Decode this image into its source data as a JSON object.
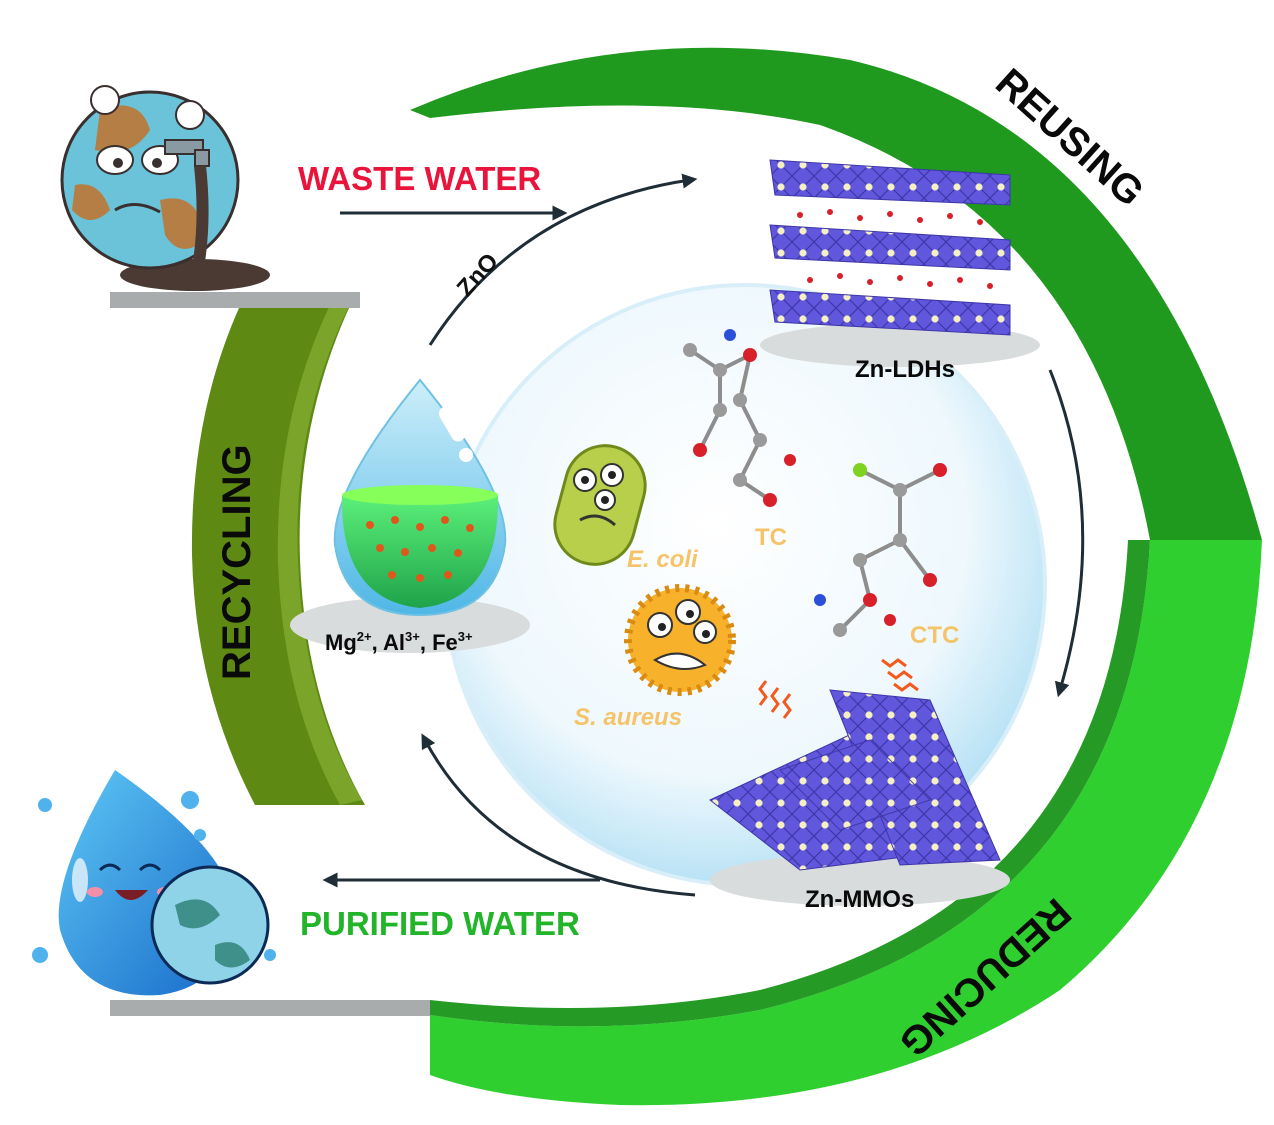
{
  "labels": {
    "waste_water": "WASTE WATER",
    "purified_water": "PURIFIED WATER",
    "zno": "ZnO",
    "reusing": "REUSING",
    "reducing": "REDUCING",
    "recycling": "RECYCLING",
    "zn_ldhs": "Zn-LDHs",
    "zn_mmos": "Zn-MMOs",
    "ions": {
      "mg": "Mg",
      "mg_charge": "2+",
      "al": "Al",
      "al_charge": "3+",
      "fe": "Fe",
      "fe_charge": "3+"
    },
    "tc": "TC",
    "ctc": "CTC",
    "ecoli": "E. coli",
    "saureus": "S. aureus"
  },
  "colors": {
    "waste_red": "#e8143c",
    "purified_green": "#22b52a",
    "ring_dark_green": "#1f9a1f",
    "ring_light_green": "#2ecf2e",
    "recycling_olive": "#5e8a14",
    "sheet_purple": "#5a4fd6",
    "organism_label": "#f5c46a",
    "arrow_dark": "#1e2d36"
  },
  "icons": {
    "earth": "sad-earth-faucet-icon",
    "happy_drop": "happy-water-drop-icon",
    "ion_drop": "ion-water-drop-icon",
    "ecoli": "ecoli-bacterium-icon",
    "saureus": "saureus-bacterium-icon",
    "heat": "heat-arrows-icon"
  }
}
